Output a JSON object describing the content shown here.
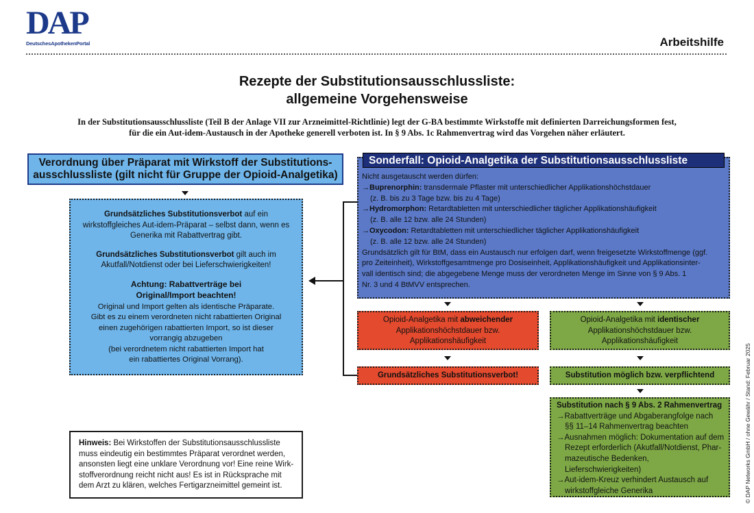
{
  "header": {
    "logo_text": "DAP",
    "logo_subtitle": "DeutschesApothekenPortal",
    "label": "Arbeitshilfe"
  },
  "title": {
    "line1": "Rezepte der Substitutionsausschlussliste:",
    "line2": "allgemeine Vorgehensweise"
  },
  "intro": {
    "line1": "In der Substitutionsausschlussliste (Teil B der Anlage VII zur Arzneimittel-Richtlinie) legt der G-BA bestimmte Wirkstoffe mit definierten Darreichungsformen fest,",
    "line2": "für die ein Aut-idem-Austausch in der Apotheke generell verboten ist. In § 9 Abs. 1c Rahmenvertrag wird das Vorgehen näher erläutert."
  },
  "left_header": {
    "line1": "Verordnung über Präparat mit Wirkstoff der Substitutions-",
    "line2": "ausschlussliste (gilt nicht für Gruppe der Opioid-Analgetika)"
  },
  "left_box": {
    "p1_bold": "Grundsätzliches Substitutionsverbot",
    "p1_rest": " auf ein wirkstoffgleiches Aut-idem-Präparat – selbst dann, wenn es Generika mit Rabattvertrag gibt.",
    "p2_bold": "Grundsätzliches Substitutionsverbot",
    "p2_rest": " gilt auch im Akutfall/Notdienst oder bei Lieferschwierigkeiten!",
    "p3_bold_line1": "Achtung: Rabattverträge bei",
    "p3_bold_line2": "Original/Import beachten!",
    "p3_line1": "Original und Import gelten als identische Präparate.",
    "p3_line2": "Gibt es zu einem verordneten nicht rabattierten Original",
    "p3_line3": "einen zugehörigen rabattierten Import, so ist dieser",
    "p3_line4": "vorrangig abzugeben",
    "p3_line5": "(bei verordnetem nicht rabattierten Import hat",
    "p3_line6": "ein rabattiertes Original Vorrang)."
  },
  "sonderfall": {
    "title": "Sonderfall: Opioid-Analgetika der Substitutionsausschlussliste",
    "lead": "Nicht ausgetauscht werden dürfen:",
    "items": [
      {
        "arrow": "→",
        "name": "Buprenorphin:",
        "desc": " transdermale Pflaster mit unterschiedlicher Applikationshöchstdauer",
        "example": "(z. B. bis zu 3 Tage bzw. bis zu 4 Tage)"
      },
      {
        "arrow": "→",
        "name": "Hydromorphon:",
        "desc": " Retardtabletten mit unterschiedlicher täglicher Applikationshäufigkeit",
        "example": "(z. B. alle 12 bzw. alle 24 Stunden)"
      },
      {
        "arrow": "→",
        "name": "Oxycodon:",
        "desc": " Retardtabletten mit unterschiedlicher täglicher Applikationshäufigkeit",
        "example": "(z. B. alle 12 bzw. alle 24 Stunden)"
      }
    ],
    "footer_line1": "Grundsätzlich gilt für BtM, dass ein Austausch nur erfolgen darf, wenn freigesetzte Wirkstoffmenge (ggf.",
    "footer_line2": "pro Zeiteinheit), Wirkstoffgesamtmenge pro Dosiseinheit, Applikationshäufigkeit und Applikationsinter-",
    "footer_line3": "vall identisch sind; die abgegebene Menge muss der verordneten Menge im Sinne von § 9 Abs. 1",
    "footer_line4": "Nr. 3 und 4 BtMVV entsprechen."
  },
  "red_box": {
    "pre": "Opioid-Analgetika mit ",
    "bold": "abweichender",
    "line2": "Applikationshöchstdauer bzw.",
    "line3": "Applikationshäufigkeit"
  },
  "green_box": {
    "pre": "Opioid-Analgetika mit ",
    "bold": "identischer",
    "line2": "Applikationshöchstdauer bzw.",
    "line3": "Applikationshäufigkeit"
  },
  "red_result": "Grundsätzliches Substitutionsverbot!",
  "green_result": "Substitution möglich bzw. verpflichtend",
  "green_detail": {
    "title": "Substitution nach § 9 Abs. 2 Rahmenvertrag",
    "items": [
      {
        "arrow": "→",
        "line1": "Rabattverträge und Abgaberangfolge nach",
        "line2": "§§ 11–14 Rahmenvertrag beachten"
      },
      {
        "arrow": "→",
        "line1": "Ausnahmen möglich: Dokumentation auf dem",
        "line2": "Rezept erforderlich (Akutfall/Notdienst, Phar-",
        "line3": "mazeutische Bedenken, Lieferschwierigkeiten)"
      },
      {
        "arrow": "→",
        "line1": "Aut-idem-Kreuz verhindert Austausch auf",
        "line2": "wirkstoffgleiche Generika"
      }
    ]
  },
  "hinweis": {
    "label": "Hinweis:",
    "text1": " Bei Wirkstoffen der Substitutionsausschlussliste",
    "line2": "muss eindeutig ein bestimmtes Präparat verordnet werden,",
    "line3": "ansonsten liegt eine unklare Verordnung vor! Eine reine Wirk-",
    "line4": "stoffverordnung reicht nicht aus! Es ist in Rücksprache mit",
    "line5": "dem Arzt zu klären, welches Fertigarzneimittel gemeint ist."
  },
  "copyright": "© DAP Networks GmbH / ohne Gewähr / Stand: Februar 2025",
  "colors": {
    "brand_blue": "#1d3a8a",
    "light_blue": "#6fb5ea",
    "opioid_blue": "#5b79c7",
    "red": "#e34a2e",
    "green": "#7ea846"
  }
}
